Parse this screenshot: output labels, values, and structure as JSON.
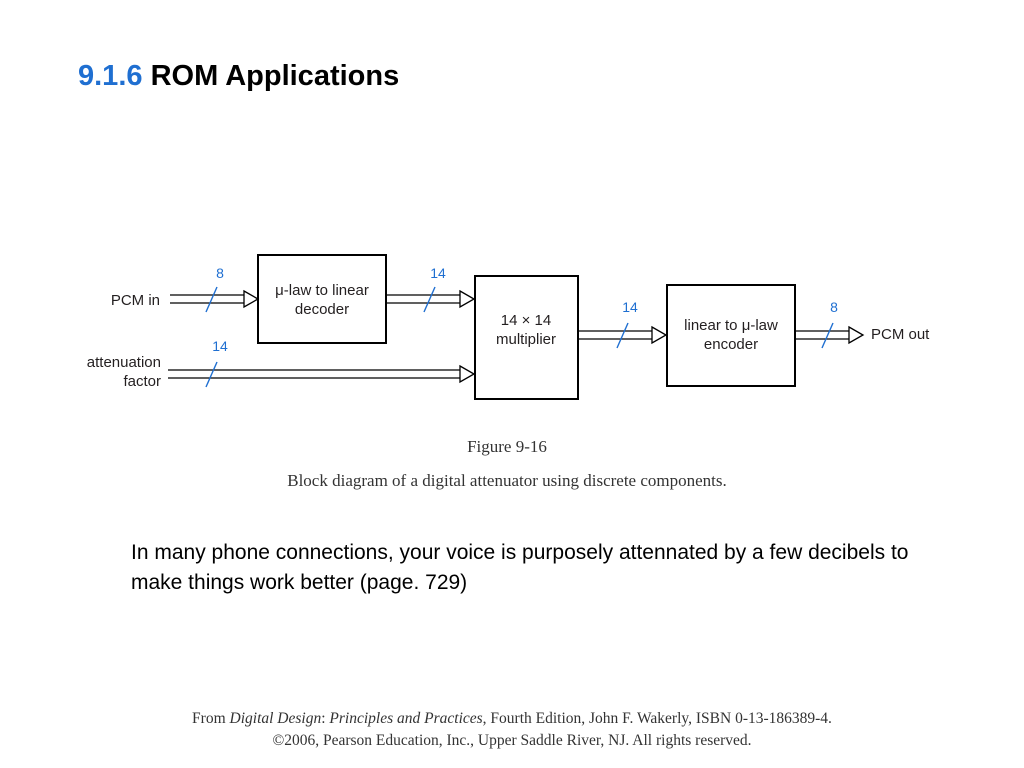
{
  "slide": {
    "section_number": "9.1.6",
    "title": "ROM Applications"
  },
  "diagram": {
    "inputs": {
      "pcm_in": "PCM in",
      "attenuation_line1": "attenuation",
      "attenuation_line2": "factor"
    },
    "output": "PCM out",
    "blocks": {
      "decoder_line1": "μ-law to linear",
      "decoder_line2": "decoder",
      "multiplier_line1": "14 × 14",
      "multiplier_line2": "multiplier",
      "encoder_line1": "linear to μ-law",
      "encoder_line2": "encoder"
    },
    "bus_widths": {
      "pcm_in": "8",
      "decoder_out": "14",
      "attenuation": "14",
      "multiplier_out": "14",
      "encoder_out": "8"
    },
    "figure_number": "Figure 9-16",
    "caption": "Block diagram of a digital attenuator using discrete components."
  },
  "body_text": "In many phone connections, your voice is purposely attennated by a few decibels to make things work better (page. 729)",
  "citation": {
    "prefix": "From ",
    "book_title": "Digital Design",
    "colon": ": ",
    "subtitle": "Principles and Practices",
    "rest_line1": ", Fourth Edition, John F. Wakerly, ISBN 0-13-186389-4.",
    "line2": "©2006, Pearson Education, Inc., Upper Saddle River, NJ. All rights reserved."
  },
  "colors": {
    "accent": "#1f6fd1",
    "text": "#000000",
    "caption": "#333333"
  }
}
